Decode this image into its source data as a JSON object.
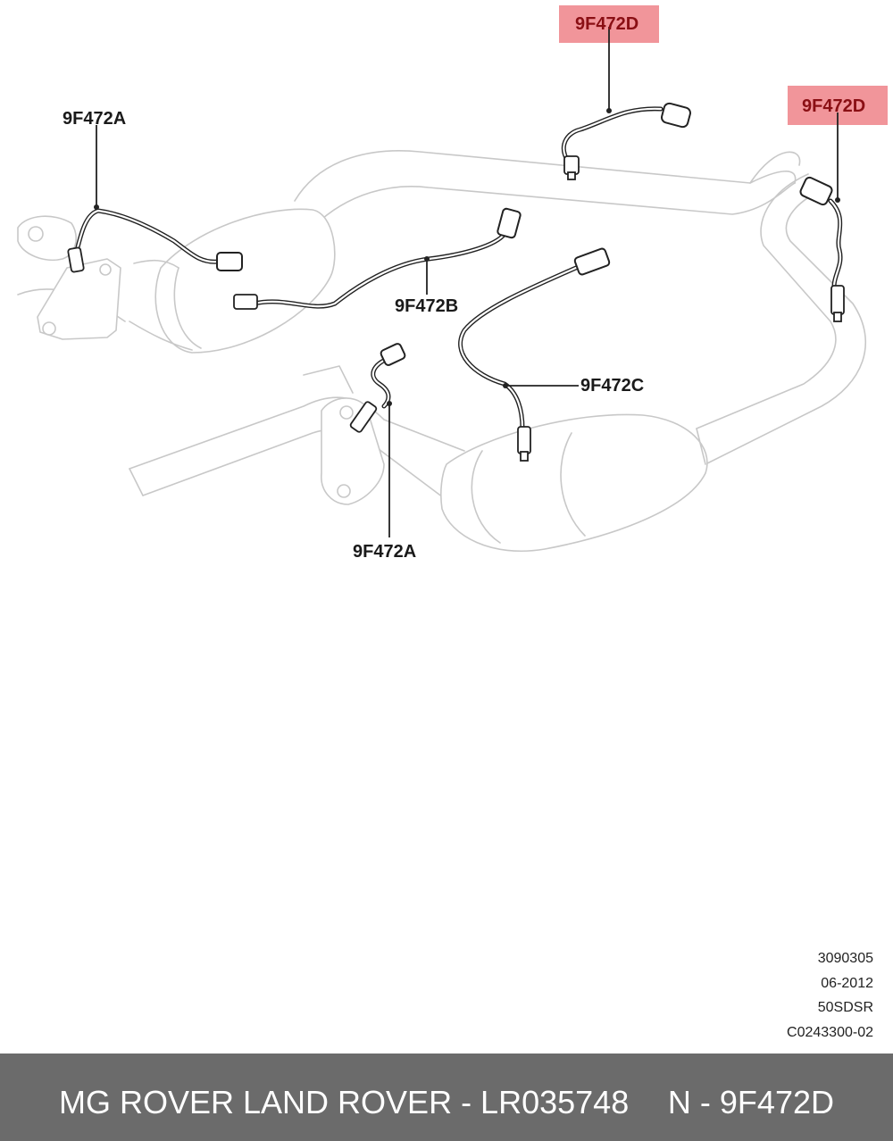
{
  "diagram": {
    "labels": {
      "d_top": "9F472D",
      "d_right": "9F472D",
      "a_upper": "9F472A",
      "b": "9F472B",
      "c": "9F472C",
      "a_lower": "9F472A"
    },
    "highlight_color": "#f08a8f",
    "highlighted_part": "9F472D"
  },
  "meta": {
    "line1": "3090305",
    "line2": "06-2012",
    "line3": "50SDSR",
    "line4": "C0243300-02"
  },
  "footer": {
    "brand": "MG ROVER LAND ROVER - LR035748",
    "part": "N - 9F472D",
    "background": "#6b6b6b"
  }
}
